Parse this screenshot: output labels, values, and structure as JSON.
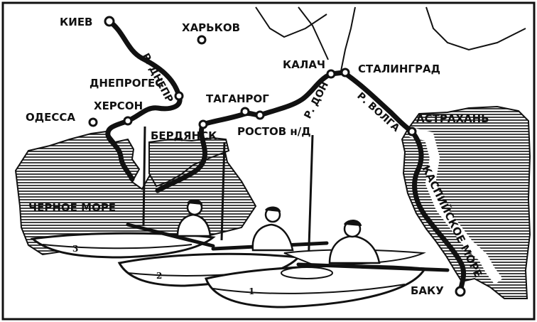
{
  "map": {
    "cities": [
      {
        "id": "kiev",
        "name": "КИЕВ"
      },
      {
        "id": "kharkov",
        "name": "ХАРЬКОВ"
      },
      {
        "id": "dneproges",
        "name": "ДНЕПРОГЕС"
      },
      {
        "id": "kherson",
        "name": "ХЕРСОН"
      },
      {
        "id": "odessa",
        "name": "ОДЕССА"
      },
      {
        "id": "taganrog",
        "name": "ТАГАНРОГ"
      },
      {
        "id": "berdyansk",
        "name": "БЕРДЯНСК"
      },
      {
        "id": "rostov",
        "name": "РОСТОВ н/Д"
      },
      {
        "id": "kalach",
        "name": "КАЛАЧ"
      },
      {
        "id": "stalingrad",
        "name": "СТАЛИНГРАД"
      },
      {
        "id": "astrakhan",
        "name": "АСТРАХАНЬ"
      },
      {
        "id": "baku",
        "name": "БАКУ"
      }
    ],
    "rivers": [
      {
        "id": "dnepr",
        "name": "Р. ДНЕПР"
      },
      {
        "id": "don",
        "name": "Р. ДОН"
      },
      {
        "id": "volga",
        "name": "Р. ВОЛГА"
      }
    ],
    "seas": [
      {
        "id": "black-sea",
        "name": "ЧЕРНОЕ МОРЕ"
      },
      {
        "id": "caspian-sea",
        "name": "КАСПИЙСКОЕ МОРЕ"
      }
    ],
    "kayak_numbers": [
      "1",
      "2",
      "3"
    ]
  }
}
